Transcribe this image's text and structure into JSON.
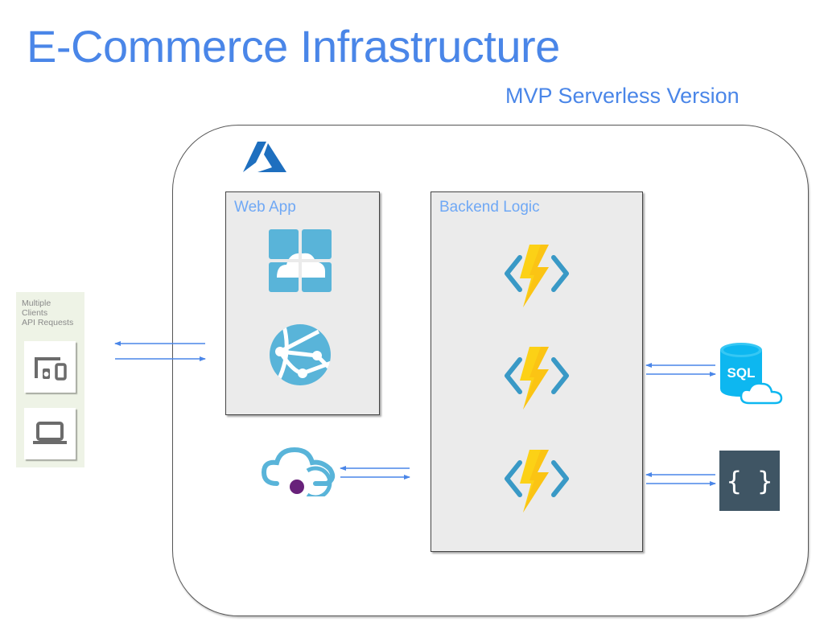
{
  "header": {
    "title": "E-Commerce Infrastructure",
    "subtitle": "MVP Serverless Version"
  },
  "colors": {
    "title": "#4a86e8",
    "group_label": "#6fa8f5",
    "arrow": "#4a86e8",
    "azure_blue": "#1e6fbf",
    "service_blue": "#59b4d9",
    "bolt_yellow": "#fcd116",
    "sql_blue": "#0db7f0",
    "json_box": "#3f5564",
    "event_purple": "#68217a",
    "clients_bg": "#eef3e6"
  },
  "clients": {
    "label_lines": [
      "Multiple",
      "Clients",
      "API Requests"
    ],
    "devices": [
      {
        "icon": "devices-icon"
      },
      {
        "icon": "laptop-icon"
      }
    ]
  },
  "platform": {
    "icon": "azure-logo-icon"
  },
  "groups": {
    "web_app": {
      "label": "Web App",
      "services": [
        {
          "icon": "app-service-icon",
          "name": "App Service"
        },
        {
          "icon": "web-app-globe-icon",
          "name": "Web App"
        }
      ]
    },
    "backend": {
      "label": "Backend Logic",
      "services": [
        {
          "icon": "azure-function-icon",
          "name": "Function 1"
        },
        {
          "icon": "azure-function-icon",
          "name": "Function 2"
        },
        {
          "icon": "azure-function-icon",
          "name": "Function 3"
        }
      ]
    }
  },
  "external": {
    "event_grid": {
      "icon": "event-grid-icon"
    },
    "sql": {
      "icon": "sql-database-icon",
      "label": "SQL"
    },
    "json": {
      "icon": "json-document-icon",
      "label": "{ }"
    }
  },
  "connections": [
    {
      "from": "clients",
      "to": "web_app",
      "bidirectional": true
    },
    {
      "from": "event_grid",
      "to": "backend",
      "bidirectional": true
    },
    {
      "from": "backend",
      "to": "sql",
      "bidirectional": true
    },
    {
      "from": "backend",
      "to": "json",
      "bidirectional": true
    }
  ]
}
